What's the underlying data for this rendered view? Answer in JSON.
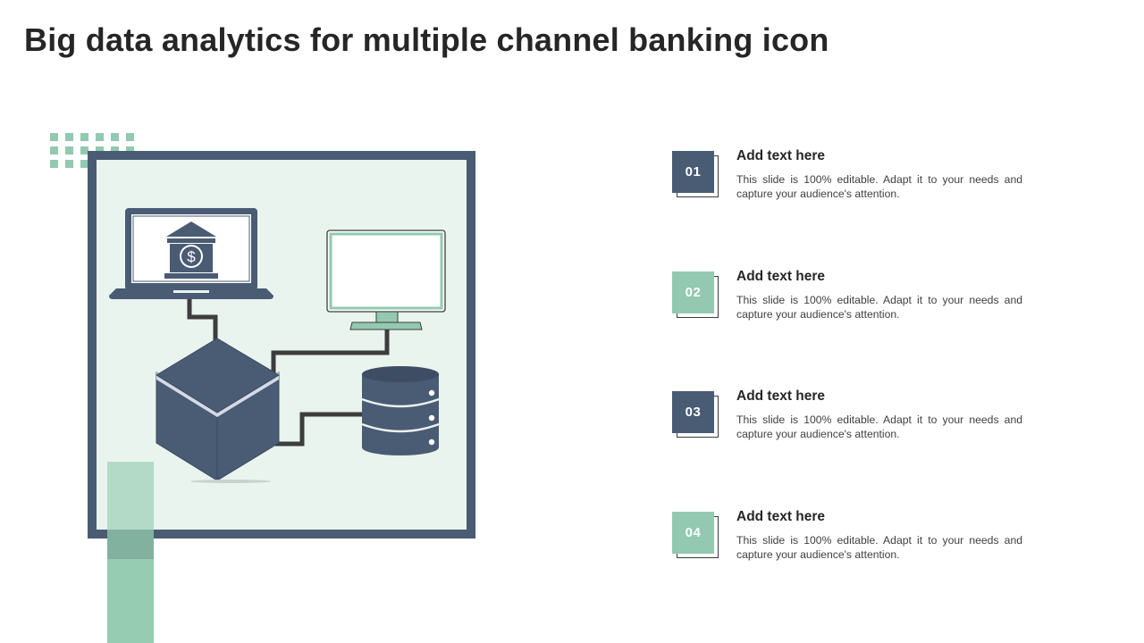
{
  "title": "Big data analytics for multiple channel banking icon",
  "colors": {
    "navy": "#4a5b74",
    "green": "#93c9b0",
    "light_green_bg": "#e9f4ef",
    "text": "#262626"
  },
  "illustration": {
    "icons": [
      "laptop-icon",
      "bank-icon",
      "dollar-icon",
      "monitor-icon",
      "cube-icon",
      "database-icon"
    ],
    "dollar_symbol": "$"
  },
  "items": [
    {
      "number": "01",
      "title": "Add text here",
      "description": "This slide is 100% editable. Adapt it to your needs and capture your audience's attention.",
      "badge_style": "dark"
    },
    {
      "number": "02",
      "title": "Add text here",
      "description": "This slide is 100% editable. Adapt it to your needs and capture your audience's attention.",
      "badge_style": "green"
    },
    {
      "number": "03",
      "title": "Add text here",
      "description": "This slide is 100% editable. Adapt it to your needs and capture your audience's attention.",
      "badge_style": "dark"
    },
    {
      "number": "04",
      "title": "Add text here",
      "description": "This slide is 100% editable. Adapt it to your needs and capture your audience's attention.",
      "badge_style": "green"
    }
  ]
}
